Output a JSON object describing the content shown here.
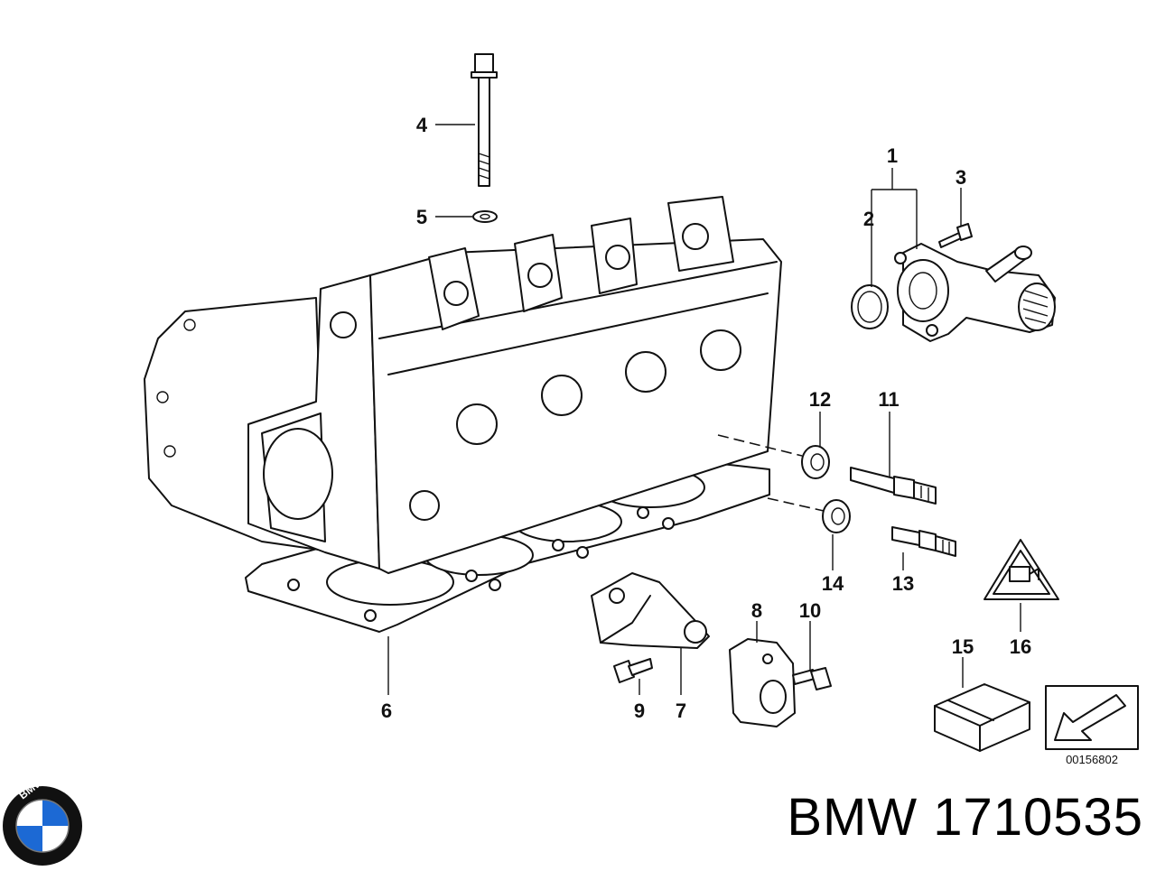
{
  "callouts": [
    "1",
    "2",
    "3",
    "4",
    "5",
    "6",
    "7",
    "8",
    "9",
    "10",
    "11",
    "12",
    "13",
    "14",
    "15",
    "16"
  ],
  "drawing_number": "00156802",
  "caption": "BMW 1710535",
  "logo": {
    "letters": "BMW",
    "colors": {
      "blue": "#1c69d4",
      "white": "#ffffff",
      "ring": "#111111"
    }
  }
}
